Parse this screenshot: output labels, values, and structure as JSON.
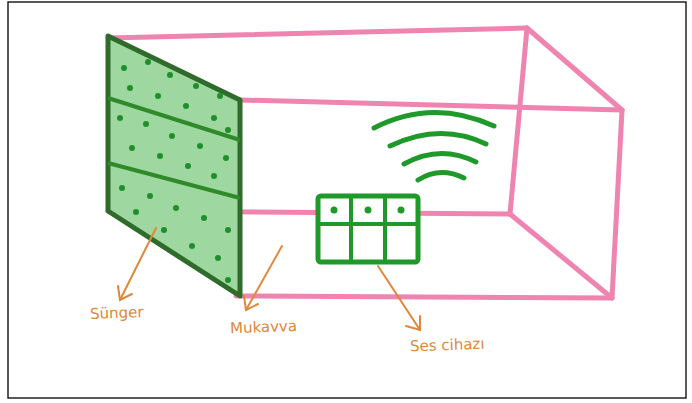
{
  "diagram": {
    "labels": [
      "Sünger",
      "Mukavva",
      "Ses cihazı"
    ]
  }
}
